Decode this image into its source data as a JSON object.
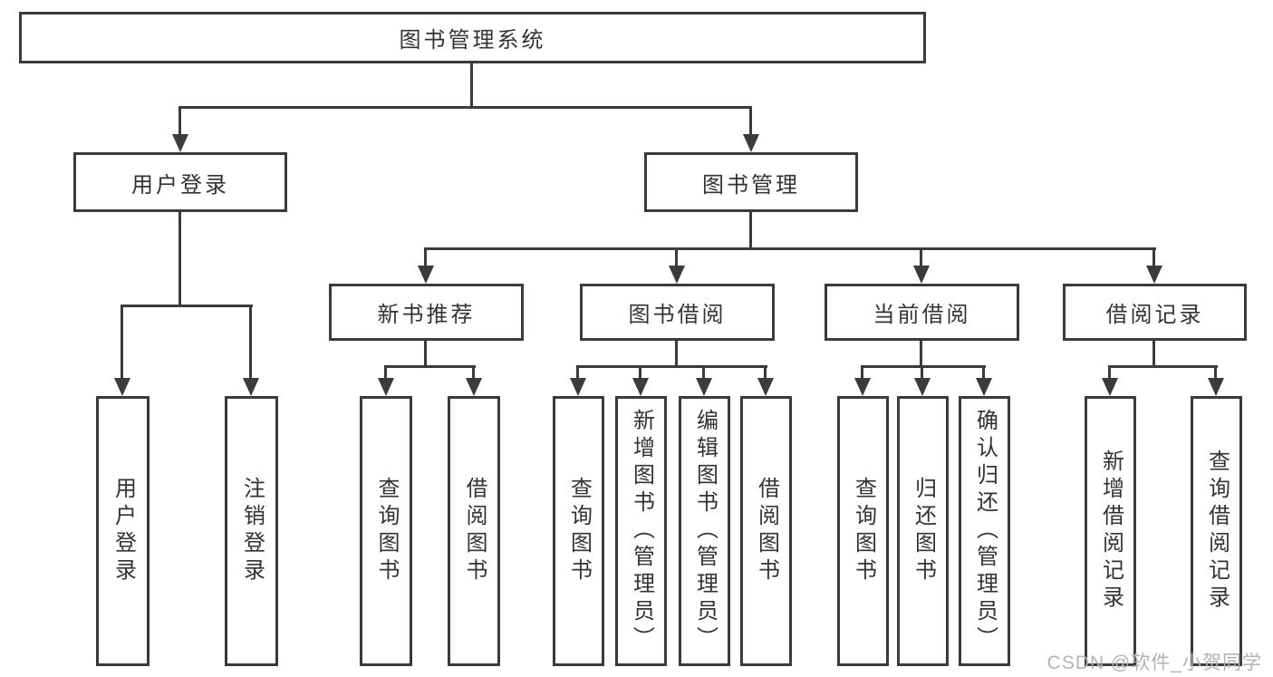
{
  "diagram": {
    "title": "图书管理系统",
    "watermark": "CSDN @软件_小贺同学",
    "colors": {
      "line": "#3b3b3b",
      "text": "#333333",
      "watermark": "#b3b3b3",
      "background": "#ffffff"
    },
    "tree": {
      "label": "图书管理系统",
      "children": [
        {
          "label": "用户登录",
          "children": [
            {
              "label": "用户登录"
            },
            {
              "label": "注销登录"
            }
          ]
        },
        {
          "label": "图书管理",
          "children": [
            {
              "label": "新书推荐",
              "children": [
                {
                  "label": "查询图书"
                },
                {
                  "label": "借阅图书"
                }
              ]
            },
            {
              "label": "图书借阅",
              "children": [
                {
                  "label": "查询图书"
                },
                {
                  "label": "新增图书（管理员）"
                },
                {
                  "label": "编辑图书（管理员）"
                },
                {
                  "label": "借阅图书"
                }
              ]
            },
            {
              "label": "当前借阅",
              "children": [
                {
                  "label": "查询图书"
                },
                {
                  "label": "归还图书"
                },
                {
                  "label": "确认归还（管理员）"
                }
              ]
            },
            {
              "label": "借阅记录",
              "children": [
                {
                  "label": "新增借阅记录"
                },
                {
                  "label": "查询借阅记录"
                }
              ]
            }
          ]
        }
      ]
    }
  }
}
